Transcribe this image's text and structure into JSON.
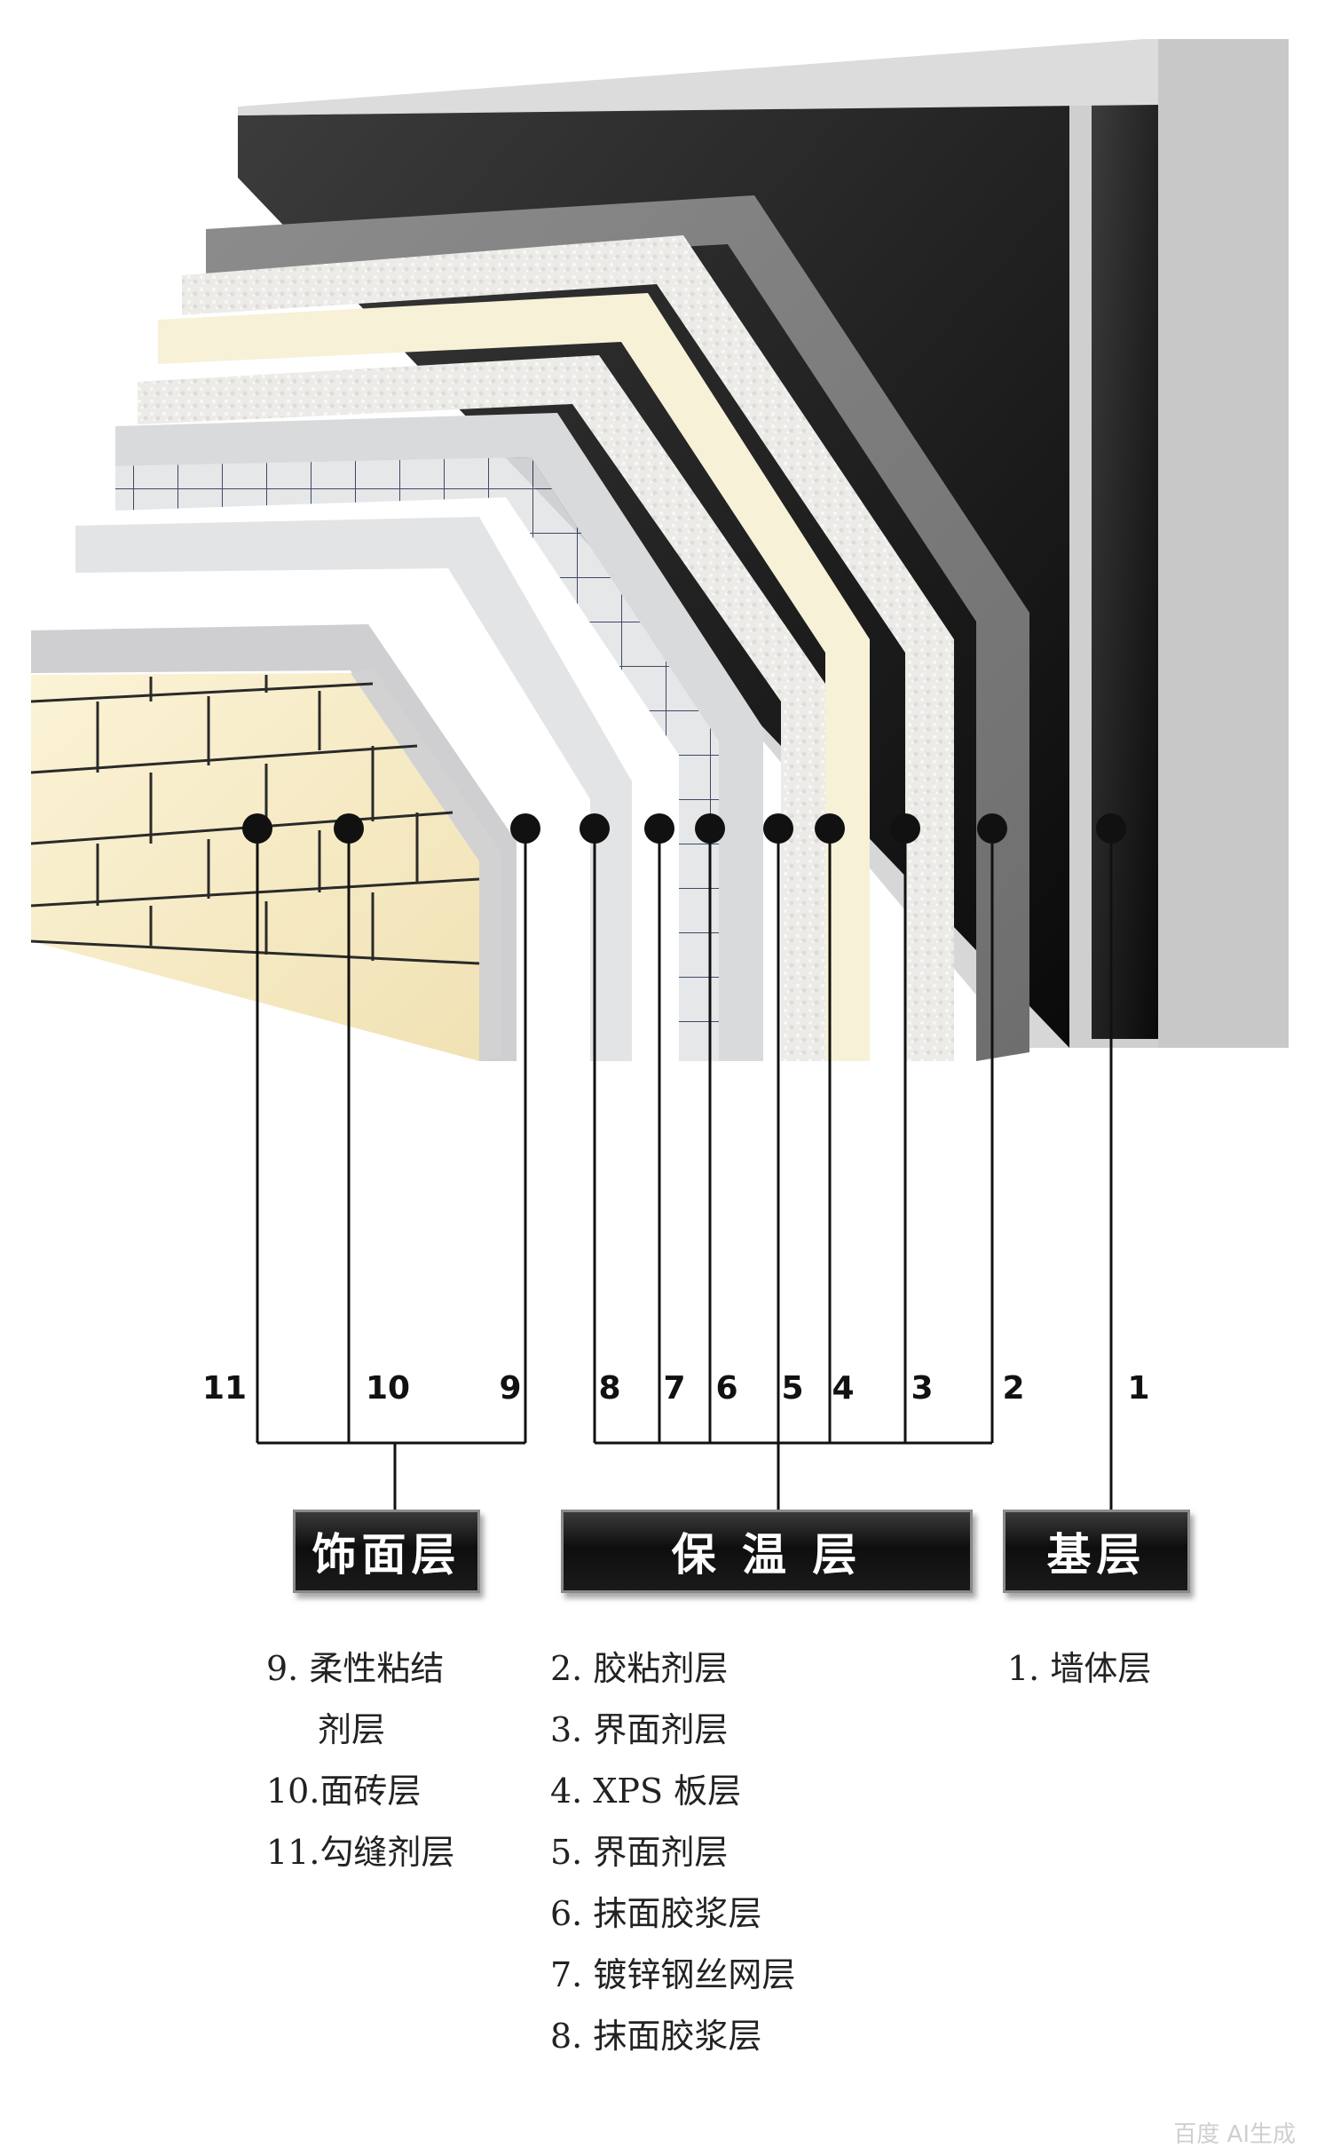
{
  "numbers": [
    "1",
    "2",
    "3",
    "4",
    "5",
    "6",
    "7",
    "8",
    "9",
    "10",
    "11"
  ],
  "categories": {
    "finish": "饰面层",
    "insulation": "保 温 层",
    "base": "基层"
  },
  "legend": {
    "finish_items": [
      "9. 柔性粘结",
      "剂层",
      "10.面砖层",
      "11.勾缝剂层"
    ],
    "insulation_items": [
      "2. 胶粘剂层",
      "3. 界面剂层",
      "4. XPS 板层",
      "5. 界面剂层",
      "6. 抹面胶浆层",
      "7. 镀锌钢丝网层",
      "8. 抹面胶浆层"
    ],
    "base_items": [
      "1. 墙体层"
    ]
  },
  "watermark": "百度 AI生成",
  "colors": {
    "wall_dark": "#1e1e1e",
    "wall_light": "#d0d0d0",
    "xps": "#f7f1d8",
    "tile": "#f8edc8",
    "box": "#111111"
  }
}
